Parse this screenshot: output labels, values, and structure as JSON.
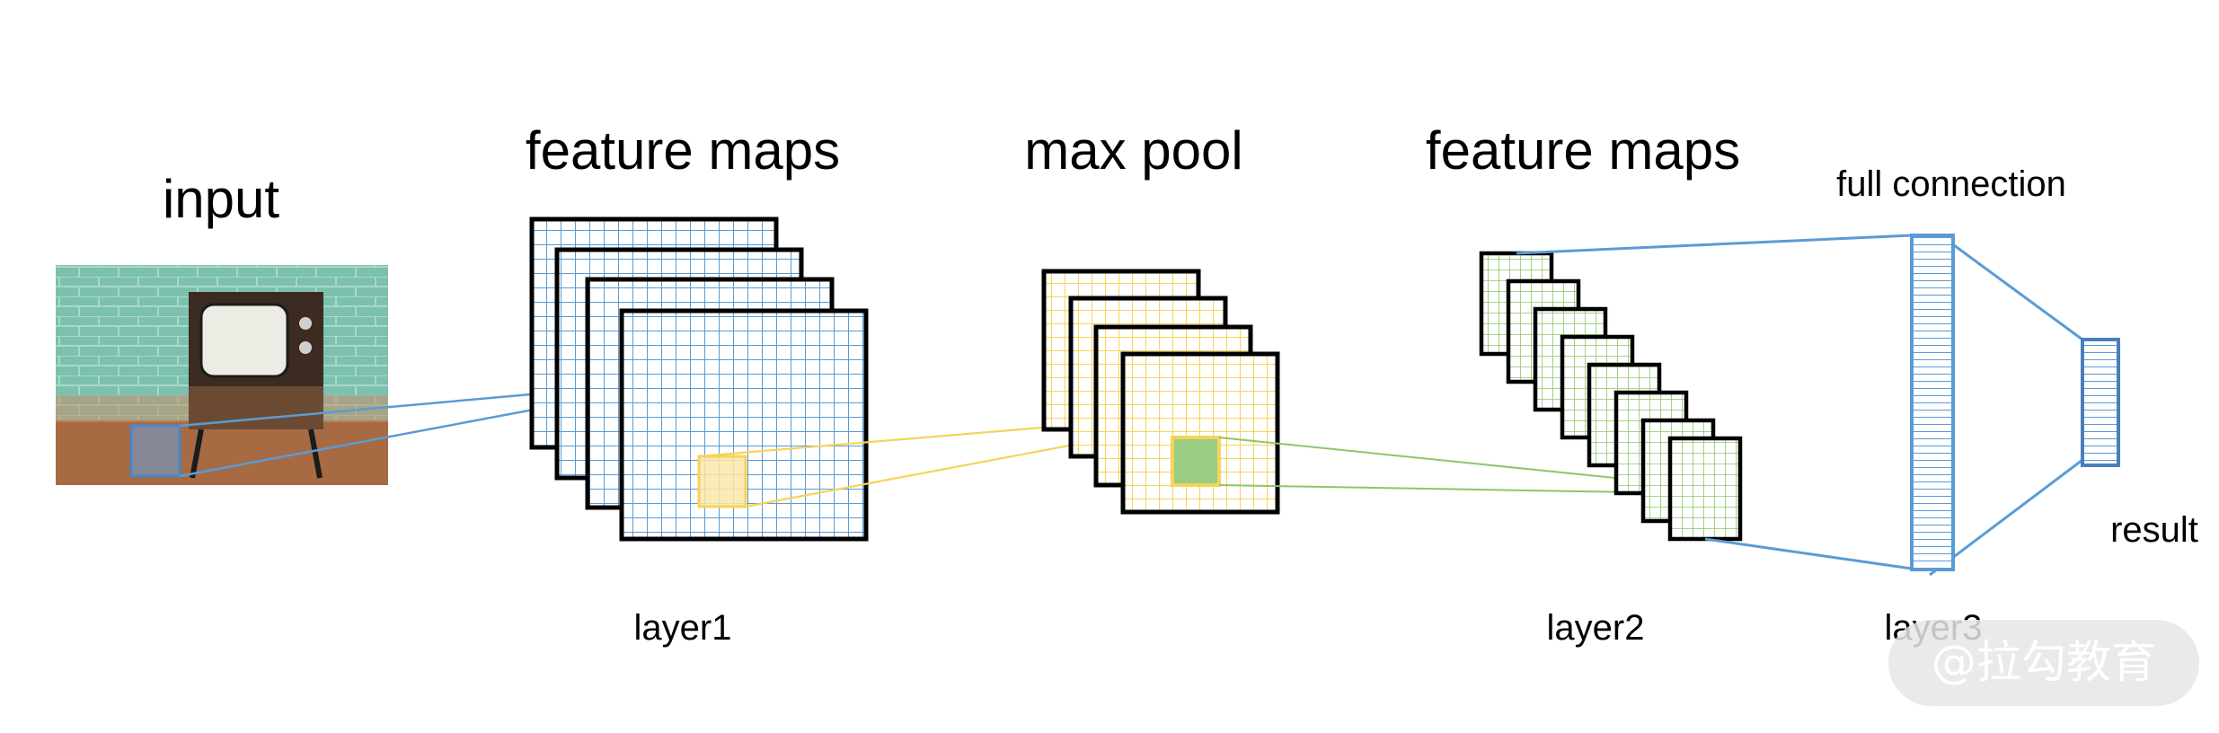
{
  "labels": {
    "input": "input",
    "feature_maps_1": "feature maps",
    "max_pool": "max pool",
    "feature_maps_2": "feature maps",
    "full_connection": "full connection",
    "result": "result",
    "layer1": "layer1",
    "layer2": "layer2",
    "layer3": "layer3"
  },
  "watermark": "@拉勾教育",
  "colors": {
    "conv_grid": "#5b9bd5",
    "pool_grid": "#f6d35a",
    "conv2_grid": "#8cc66b",
    "pool_highlight": "#9acd82",
    "connector_blue": "#5b9bd5",
    "connector_yellow": "#f6d35a",
    "connector_green": "#8cc66b",
    "border": "#000000",
    "watermark_bg": "#e6e6e6"
  },
  "icons": {
    "input_image": "retro-tv-photo-icon"
  }
}
